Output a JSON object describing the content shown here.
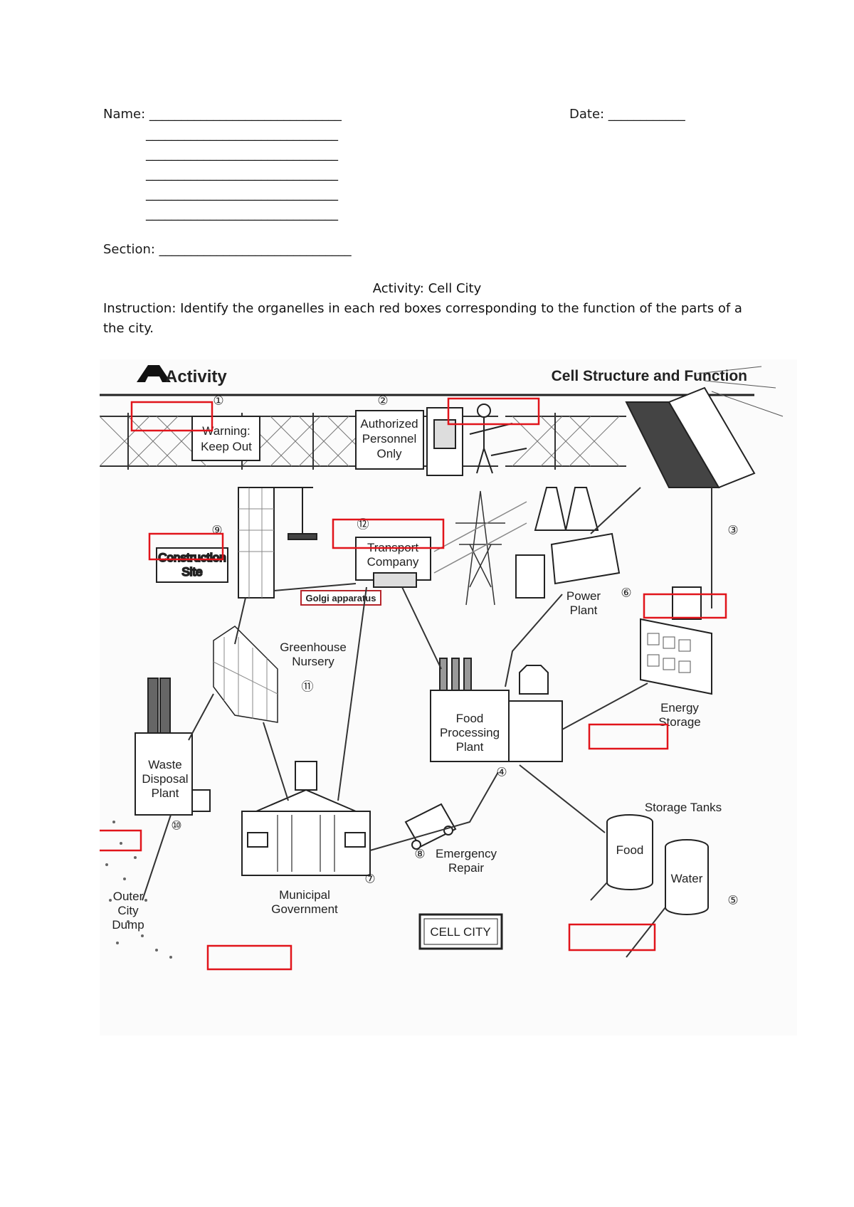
{
  "worksheet": {
    "name_label": "Name: ______________________________",
    "name_extra_lines": [
      "______________________________",
      "______________________________",
      "______________________________",
      "______________________________",
      "______________________________"
    ],
    "date_label": "Date: ____________",
    "section_label": "Section: ______________________________",
    "activity_title": "Activity: Cell City",
    "instruction": "Instruction: Identify the organelles in each red boxes corresponding to the function of the parts of a the city."
  },
  "figure": {
    "header_logo": "Activity",
    "header_title": "Cell Structure and Function",
    "sign_warning": [
      "Warning:",
      "Keep Out"
    ],
    "sign_authorized": [
      "Authorized",
      "Personnel",
      "Only"
    ],
    "construction_site": [
      "Construction",
      "Site"
    ],
    "transport_company": [
      "Transport",
      "Company"
    ],
    "golgi_label": "Golgi apparatus",
    "power_plant": [
      "Power",
      "Plant"
    ],
    "greenhouse": [
      "Greenhouse",
      "Nursery"
    ],
    "food_processing": [
      "Food",
      "Processing",
      "Plant"
    ],
    "energy_storage": [
      "Energy",
      "Storage"
    ],
    "waste_disposal": [
      "Waste",
      "Disposal",
      "Plant"
    ],
    "storage_tanks": "Storage Tanks",
    "tank_food": "Food",
    "tank_water": "Water",
    "emergency_repair": [
      "Emergency",
      "Repair"
    ],
    "municipal_government": [
      "Municipal",
      "Government"
    ],
    "outer_city_dump": [
      "Outer",
      "City",
      "Dump"
    ],
    "cell_city_sign": "CELL CITY",
    "numbers": {
      "n1": "①",
      "n2": "②",
      "n3": "③",
      "n4": "④",
      "n5": "⑤",
      "n6": "⑥",
      "n7": "⑦",
      "n8": "⑧",
      "n9": "⑨",
      "n10": "⑩",
      "n11": "⑪",
      "n12": "⑫"
    }
  },
  "colors": {
    "answer_box": "#e1141b",
    "line_art": "#222222"
  }
}
